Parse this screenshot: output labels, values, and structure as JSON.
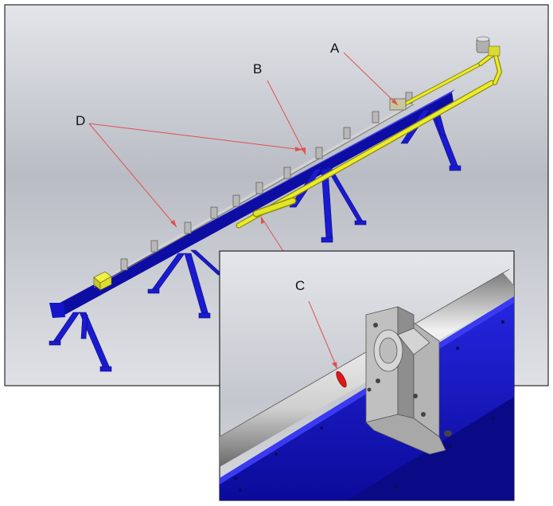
{
  "labels": {
    "a": "A",
    "b": "B",
    "c": "C",
    "d": "D"
  },
  "colors": {
    "frame_blue": "#1a1ad8",
    "frame_blue_dark": "#0c0c8c",
    "pipe_yellow": "#e8e81e",
    "rail_grey": "#c8c8c8",
    "bracket_grey": "#b4b4b4",
    "seal_red": "#e01818",
    "leader_red": "#e05050",
    "background_grey": "#c9ccd3"
  }
}
